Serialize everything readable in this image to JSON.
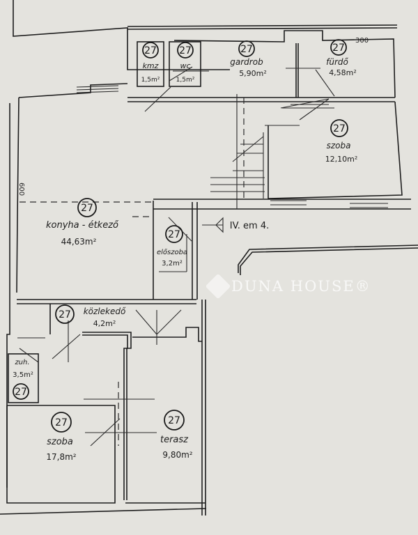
{
  "plan": {
    "level_note": "IV. em 4.",
    "dimension_top": "300",
    "dimension_side": "600",
    "watermark": "DUNA HOUSE®",
    "rooms": [
      {
        "id": "kamra",
        "number": "27",
        "name": "kmz",
        "area": "1,5m²"
      },
      {
        "id": "wc",
        "number": "27",
        "name": "wc",
        "area": "1,5m²"
      },
      {
        "id": "gardrob",
        "number": "27",
        "name": "gardrob",
        "area": "5,90m²"
      },
      {
        "id": "furdo",
        "number": "27",
        "name": "fürdő",
        "area": "4,58m²"
      },
      {
        "id": "szoba-upper",
        "number": "27",
        "name": "szoba",
        "area": "12,10m²"
      },
      {
        "id": "konyha",
        "number": "27",
        "name": "konyha - étkező",
        "area": "44,63m²"
      },
      {
        "id": "eloszoba",
        "number": "27",
        "name": "előszoba",
        "area": "3,2m²"
      },
      {
        "id": "kozlekedo",
        "number": "27",
        "name": "közlekedő",
        "area": "4,2m²"
      },
      {
        "id": "zuhany",
        "number": "27",
        "name": "zuh.",
        "area": "3,5m²"
      },
      {
        "id": "szoba-lower",
        "number": "27",
        "name": "szoba",
        "area": "17,8m²"
      },
      {
        "id": "terasz",
        "number": "27",
        "name": "terasz",
        "area": "9,80m²"
      }
    ]
  }
}
